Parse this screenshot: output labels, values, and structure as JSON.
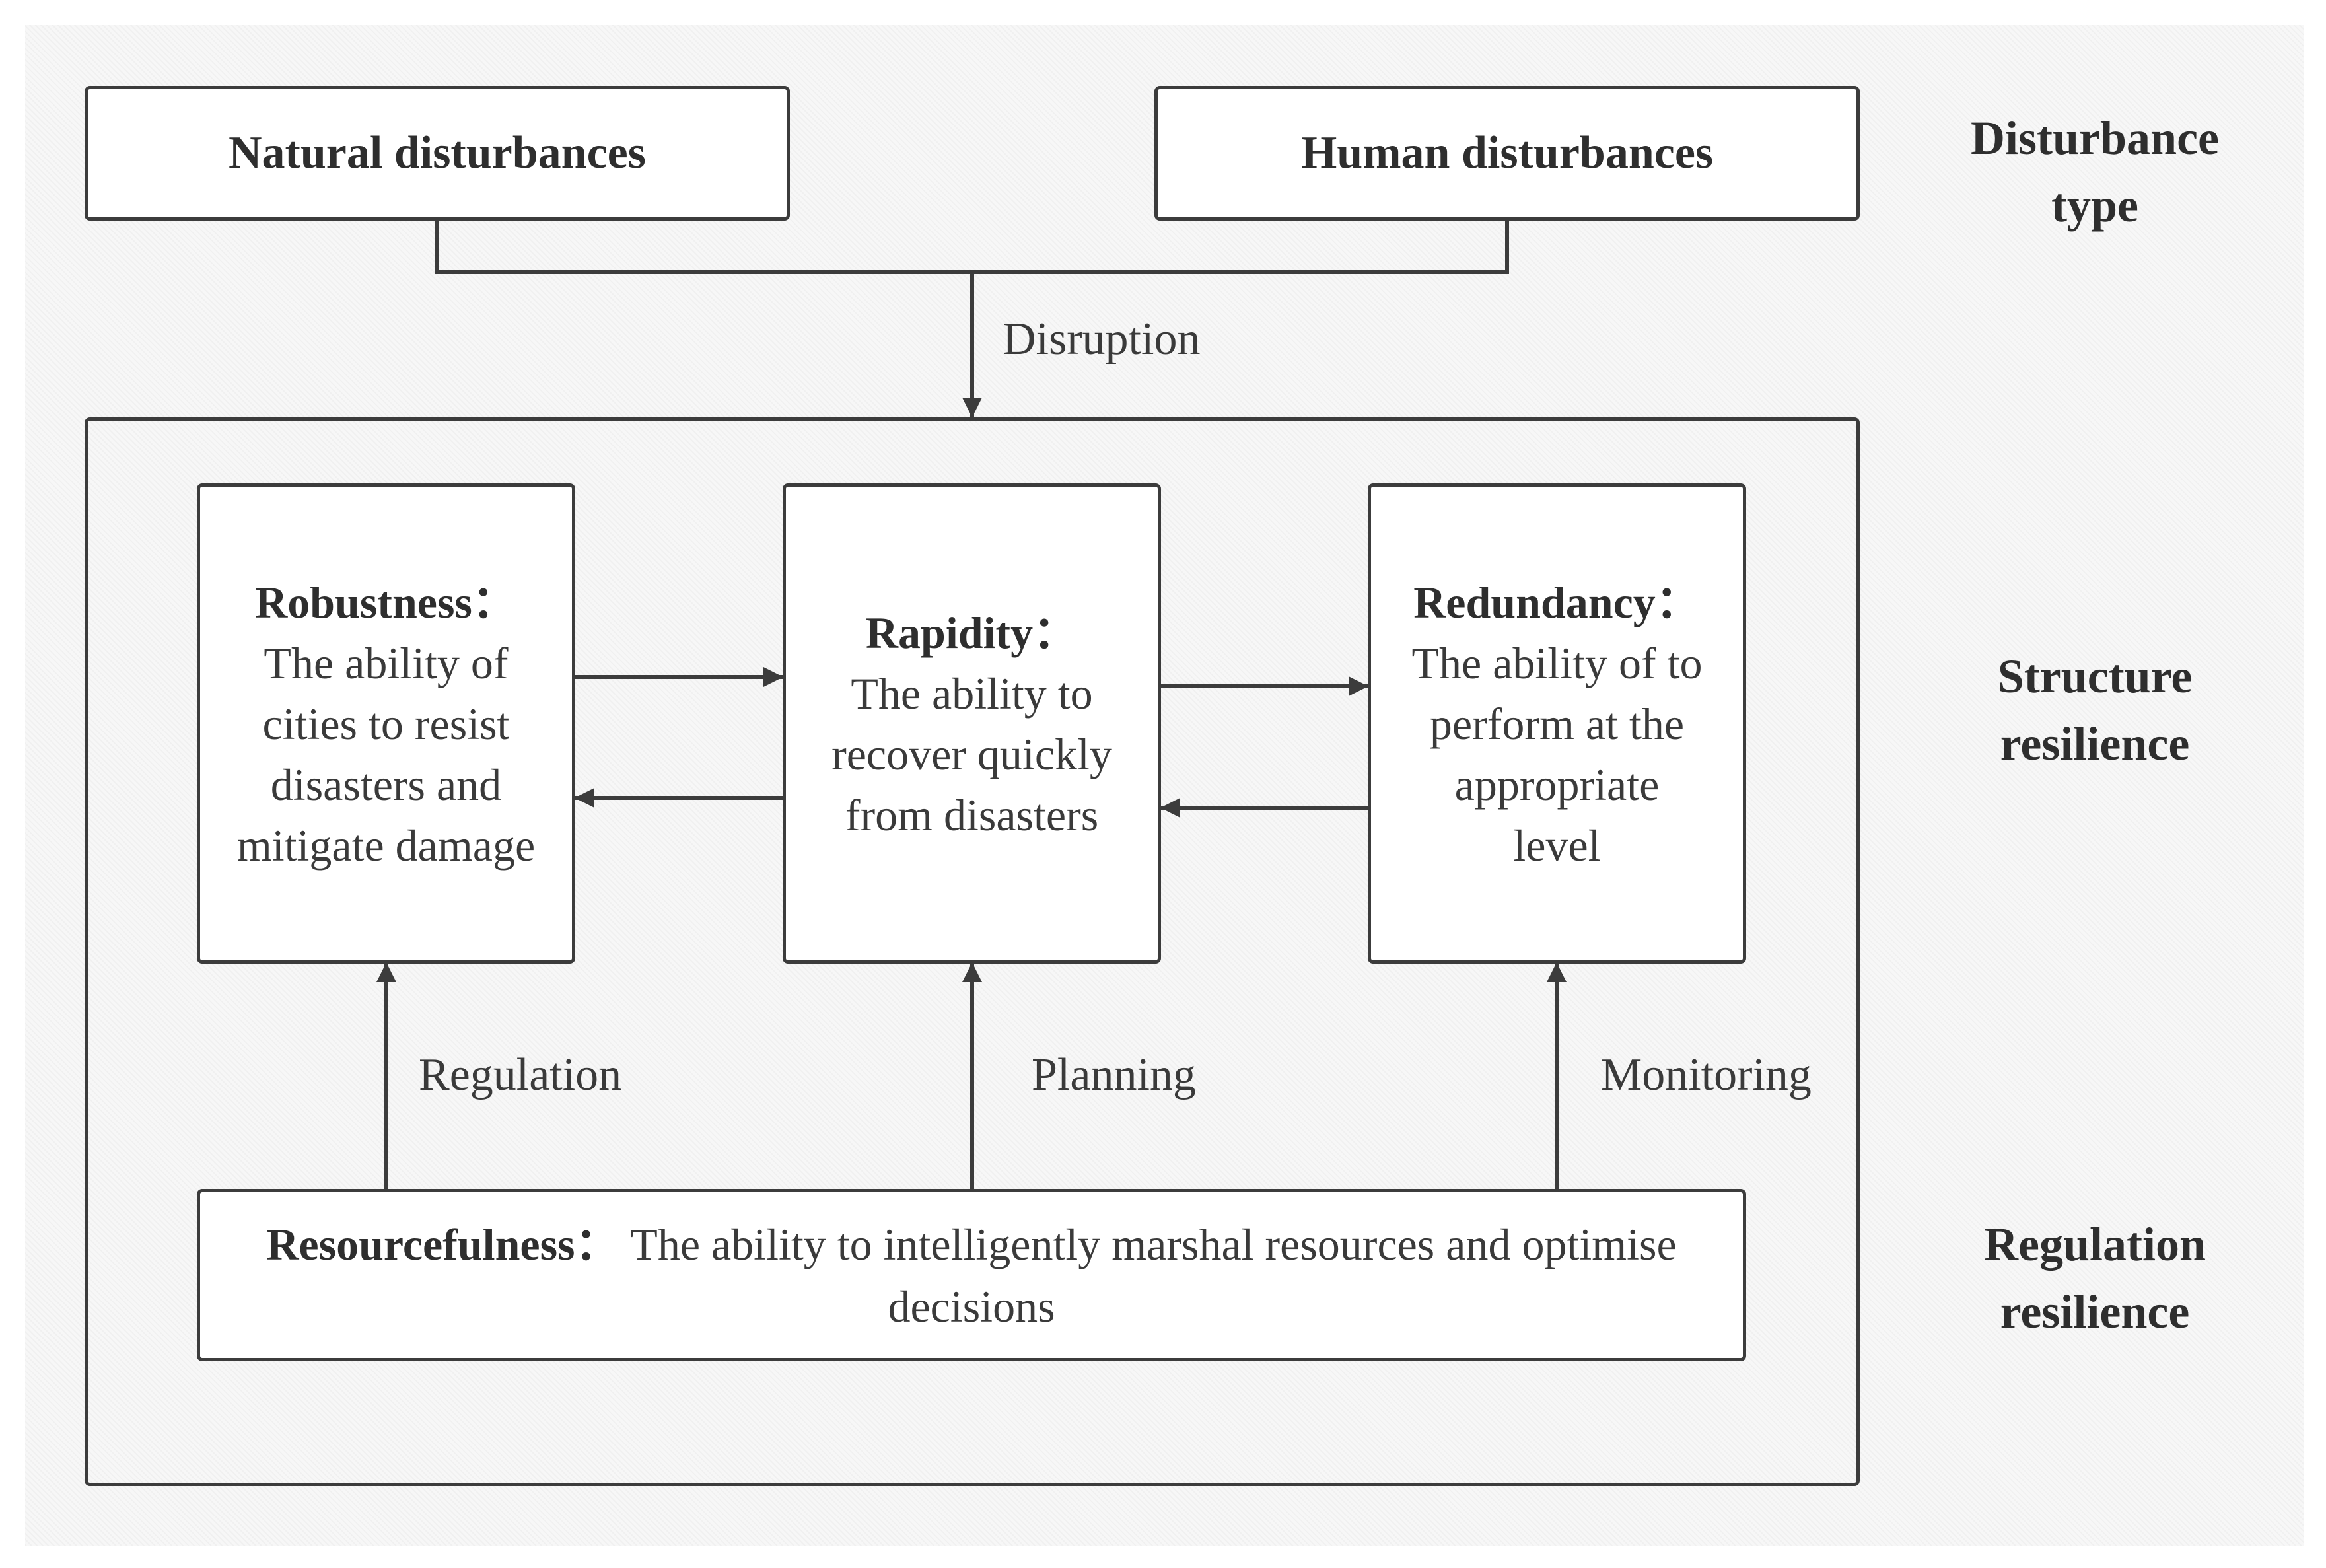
{
  "disturbances": {
    "natural": "Natural disturbances",
    "human": "Human disturbances"
  },
  "edges": {
    "disruption": "Disruption",
    "regulation": "Regulation",
    "planning": "Planning",
    "monitoring": "Monitoring"
  },
  "nodes": {
    "robustness": {
      "title": "Robustness：",
      "lines": [
        "The ability of",
        "cities to resist",
        "disasters and",
        "mitigate damage"
      ]
    },
    "rapidity": {
      "title": "Rapidity：",
      "lines": [
        "The ability to",
        "recover quickly",
        "from disasters"
      ]
    },
    "redundancy": {
      "title": "Redundancy：",
      "lines": [
        "The ability of to",
        "perform at the",
        "appropriate",
        "level"
      ]
    },
    "resourcefulness": {
      "title": "Resourcefulness：",
      "text": "The ability to intelligently marshal resources and optimise decisions"
    }
  },
  "side_labels": {
    "disturbance_type": [
      "Disturbance",
      "type"
    ],
    "structure_resilience": [
      "Structure",
      "resilience"
    ],
    "regulation_resilience": [
      "Regulation",
      "resilience"
    ]
  },
  "colors": {
    "line": "#3c3c3c",
    "text": "#3a3a3a",
    "panel": "#f7f7f7"
  }
}
